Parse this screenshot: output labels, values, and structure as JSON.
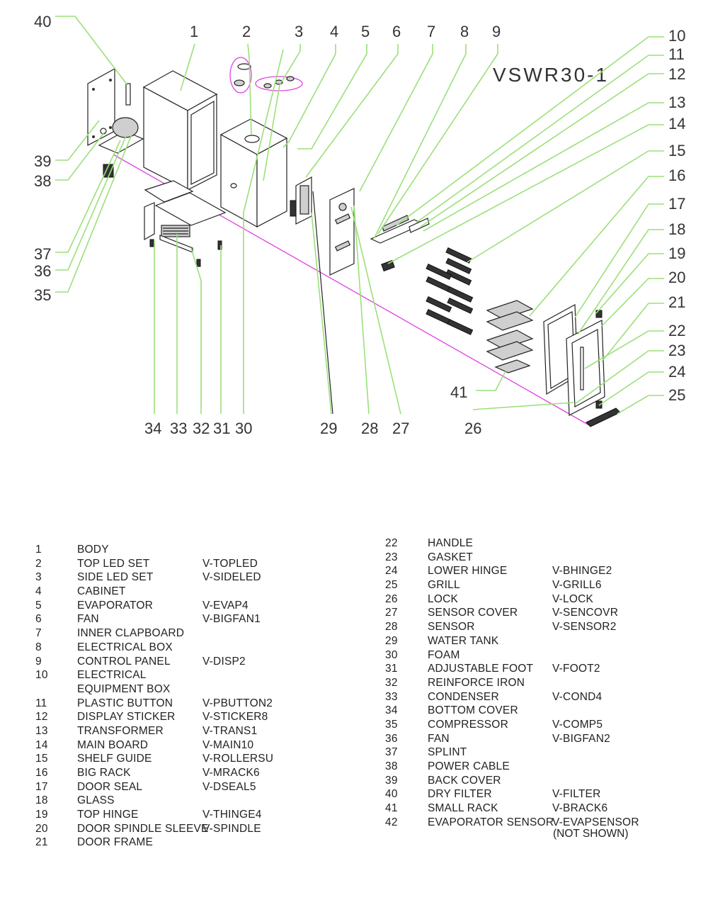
{
  "model": "VSWR30-1",
  "callouts": [
    "1",
    "2",
    "3",
    "4",
    "5",
    "6",
    "7",
    "8",
    "9",
    "10",
    "11",
    "12",
    "13",
    "14",
    "15",
    "16",
    "17",
    "18",
    "19",
    "20",
    "21",
    "22",
    "23",
    "24",
    "25",
    "26",
    "27",
    "28",
    "29",
    "30",
    "31",
    "32",
    "33",
    "34",
    "35",
    "36",
    "37",
    "38",
    "39",
    "40",
    "41"
  ],
  "parts": [
    {
      "no": "1",
      "desc": "BODY",
      "code": ""
    },
    {
      "no": "2",
      "desc": "TOP LED SET",
      "code": "V-TOPLED"
    },
    {
      "no": "3",
      "desc": "SIDE LED SET",
      "code": "V-SIDELED"
    },
    {
      "no": "4",
      "desc": "CABINET",
      "code": ""
    },
    {
      "no": "5",
      "desc": "EVAPORATOR",
      "code": "V-EVAP4"
    },
    {
      "no": "6",
      "desc": "FAN",
      "code": "V-BIGFAN1"
    },
    {
      "no": "7",
      "desc": "INNER CLAPBOARD",
      "code": ""
    },
    {
      "no": "8",
      "desc": "ELECTRICAL BOX",
      "code": ""
    },
    {
      "no": "9",
      "desc": "CONTROL PANEL",
      "code": "V-DISP2"
    },
    {
      "no": "10",
      "desc": "ELECTRICAL",
      "code": ""
    },
    {
      "no": "",
      "desc": "EQUIPMENT BOX",
      "code": ""
    },
    {
      "no": "11",
      "desc": "PLASTIC BUTTON",
      "code": "V-PBUTTON2"
    },
    {
      "no": "12",
      "desc": "DISPLAY STICKER",
      "code": "V-STICKER8"
    },
    {
      "no": "13",
      "desc": "TRANSFORMER",
      "code": "V-TRANS1"
    },
    {
      "no": "14",
      "desc": "MAIN BOARD",
      "code": "V-MAIN10"
    },
    {
      "no": "15",
      "desc": "SHELF GUIDE",
      "code": "V-ROLLERSU"
    },
    {
      "no": "16",
      "desc": "BIG RACK",
      "code": "V-MRACK6"
    },
    {
      "no": "17",
      "desc": "DOOR SEAL",
      "code": "V-DSEAL5"
    },
    {
      "no": "18",
      "desc": "GLASS",
      "code": ""
    },
    {
      "no": "19",
      "desc": "TOP HINGE",
      "code": "V-THINGE4"
    },
    {
      "no": "20",
      "desc": "DOOR SPINDLE SLEEVE",
      "code": "V-SPINDLE"
    },
    {
      "no": "21",
      "desc": "DOOR FRAME",
      "code": ""
    },
    {
      "no": "22",
      "desc": "HANDLE",
      "code": ""
    },
    {
      "no": "23",
      "desc": "GASKET",
      "code": ""
    },
    {
      "no": "24",
      "desc": "LOWER HINGE",
      "code": "V-BHINGE2"
    },
    {
      "no": "25",
      "desc": "GRILL",
      "code": "V-GRILL6"
    },
    {
      "no": "26",
      "desc": "LOCK",
      "code": "V-LOCK"
    },
    {
      "no": "27",
      "desc": "SENSOR COVER",
      "code": "V-SENCOVR"
    },
    {
      "no": "28",
      "desc": "SENSOR",
      "code": "V-SENSOR2"
    },
    {
      "no": "29",
      "desc": "WATER TANK",
      "code": ""
    },
    {
      "no": "30",
      "desc": "FOAM",
      "code": ""
    },
    {
      "no": "31",
      "desc": "ADJUSTABLE FOOT",
      "code": "V-FOOT2"
    },
    {
      "no": "32",
      "desc": "REINFORCE IRON",
      "code": ""
    },
    {
      "no": "33",
      "desc": "CONDENSER",
      "code": "V-COND4"
    },
    {
      "no": "34",
      "desc": "BOTTOM COVER",
      "code": ""
    },
    {
      "no": "35",
      "desc": "COMPRESSOR",
      "code": "V-COMP5"
    },
    {
      "no": "36",
      "desc": "FAN",
      "code": "V-BIGFAN2"
    },
    {
      "no": "37",
      "desc": "SPLINT",
      "code": ""
    },
    {
      "no": "38",
      "desc": "POWER CABLE",
      "code": ""
    },
    {
      "no": "39",
      "desc": "BACK COVER",
      "code": ""
    },
    {
      "no": "40",
      "desc": "DRY FILTER",
      "code": "V-FILTER"
    },
    {
      "no": "41",
      "desc": "SMALL RACK",
      "code": "V-BRACK6"
    },
    {
      "no": "42",
      "desc": "EVAPORATOR SENSOR",
      "code": "V-EVAPSENSOR"
    }
  ],
  "parts_note": "(NOT SHOWN)",
  "colors": {
    "leader": "#9be07a",
    "highlight": "#e040e0",
    "ink": "#222222"
  }
}
